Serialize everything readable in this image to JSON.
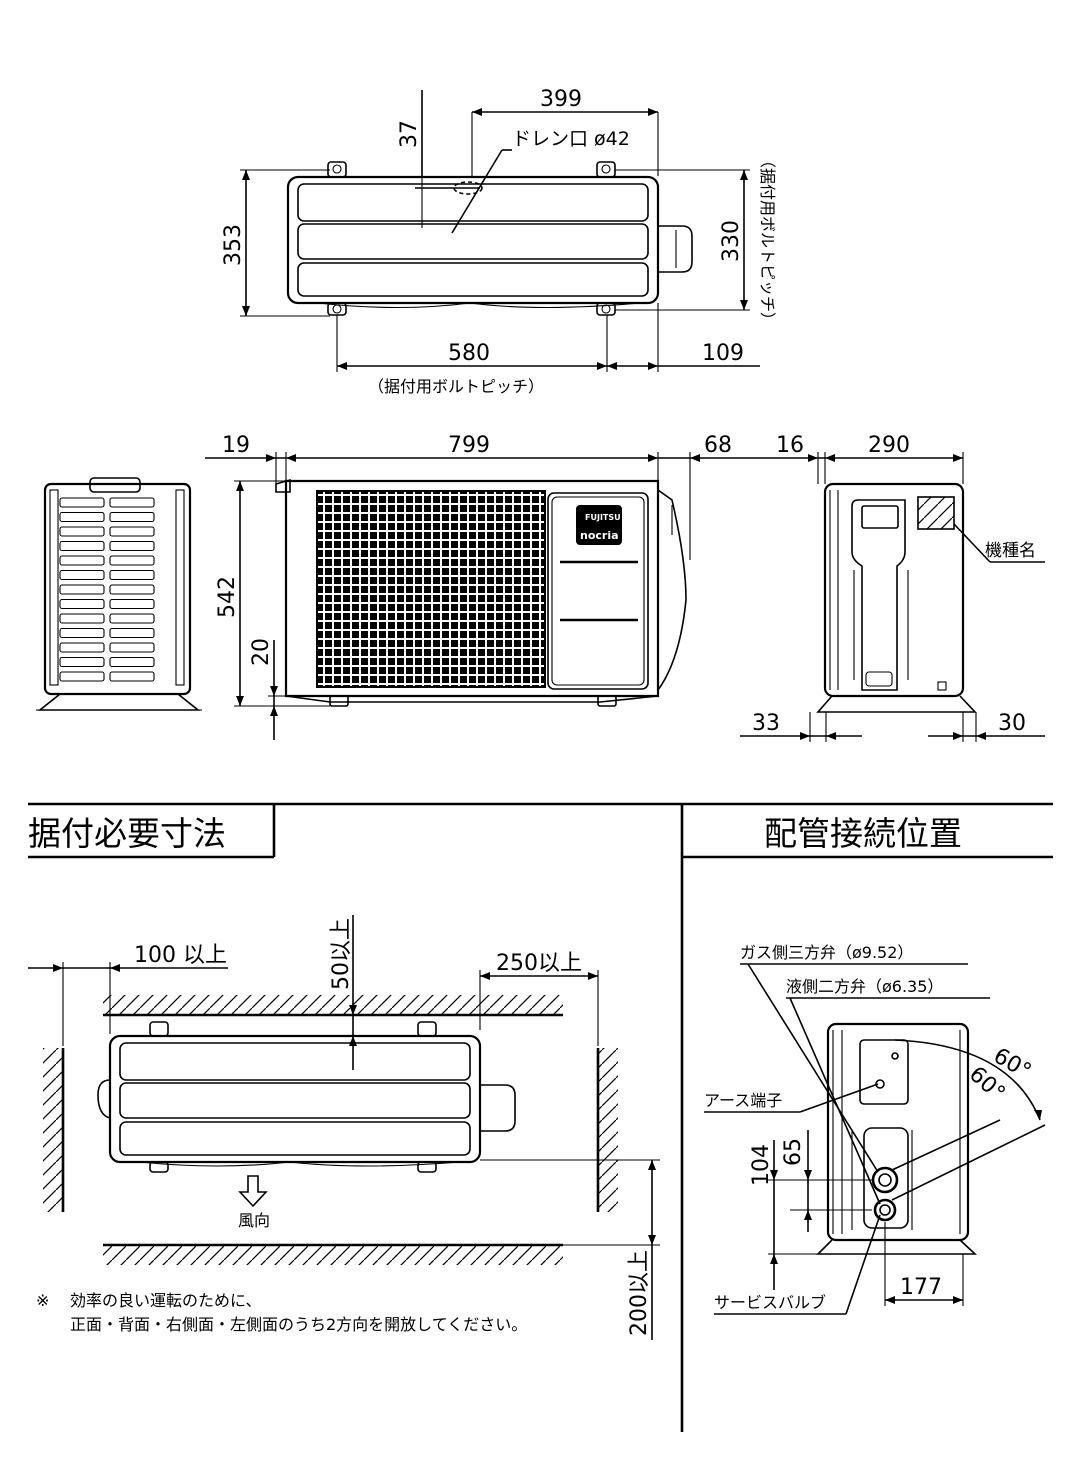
{
  "top_view": {
    "dim_399": "399",
    "dim_37": "37",
    "drain_label": "ドレン口 ø42",
    "dim_353": "353",
    "dim_330": "330",
    "bolt_pitch_vertical": "（据付用ボルトピッチ）",
    "dim_580": "580",
    "dim_109": "109",
    "bolt_pitch_horizontal": "（据付用ボルトピッチ）"
  },
  "front_view": {
    "dim_19": "19",
    "dim_799": "799",
    "dim_68": "68",
    "dim_542": "542",
    "dim_20": "20",
    "brand_top": "FUJITSU",
    "brand_bottom": "nocria"
  },
  "side_view": {
    "dim_16": "16",
    "dim_290": "290",
    "model_label": "機種名",
    "dim_33": "33",
    "dim_30": "30"
  },
  "installation": {
    "title": "据付必要寸法",
    "left_clearance": "100 以上",
    "top_clearance": "50以上",
    "right_clearance": "250以上",
    "front_clearance": "200以上",
    "wind_label": "風向",
    "note_mark": "※",
    "note_line1": "効率の良い運転のために、",
    "note_line2": "正面・背面・右側面・左側面のうち2方向を開放してください。"
  },
  "piping": {
    "title": "配管接続位置",
    "gas_valve": "ガス側三方弁（ø9.52）",
    "liquid_valve": "液側二方弁（ø6.35）",
    "earth_terminal": "アース端子",
    "angle_upper": "60°",
    "angle_lower": "60°",
    "dim_65": "65",
    "dim_104": "104",
    "dim_177": "177",
    "service_valve": "サービスバルブ"
  }
}
